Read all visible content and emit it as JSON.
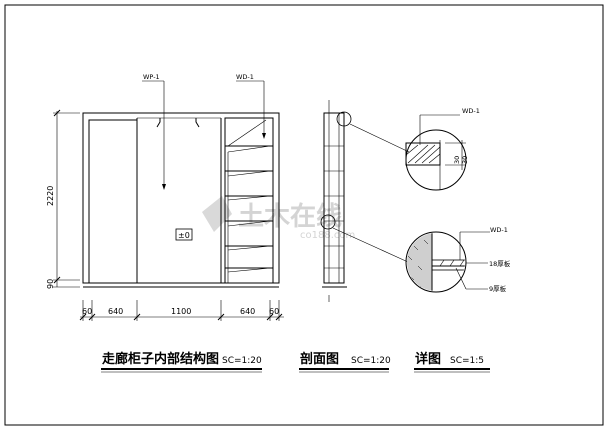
{
  "drawing": {
    "tags": {
      "wp1": "WP-1",
      "wd1_main": "WD-1",
      "wd1_detail_top": "WD-1",
      "wd1_detail_bottom": "WD-1"
    },
    "level_marker": "±0",
    "dims_vertical": {
      "height": "2220",
      "base": "90"
    },
    "dims_horizontal": [
      "60",
      "640",
      "1100",
      "640",
      "60"
    ],
    "detail_labels": {
      "d30a": "30",
      "d30b": "30",
      "board18": "18厚板",
      "board9": "9厚板"
    },
    "watermark": {
      "main": "土木在线",
      "sub": "co188.com"
    },
    "titles": {
      "plan": "走廊柜子内部结构图",
      "plan_scale": "SC=1:20",
      "section": "剖面图",
      "section_scale": "SC=1:20",
      "detail": "详图",
      "detail_scale": "SC=1:5"
    }
  }
}
